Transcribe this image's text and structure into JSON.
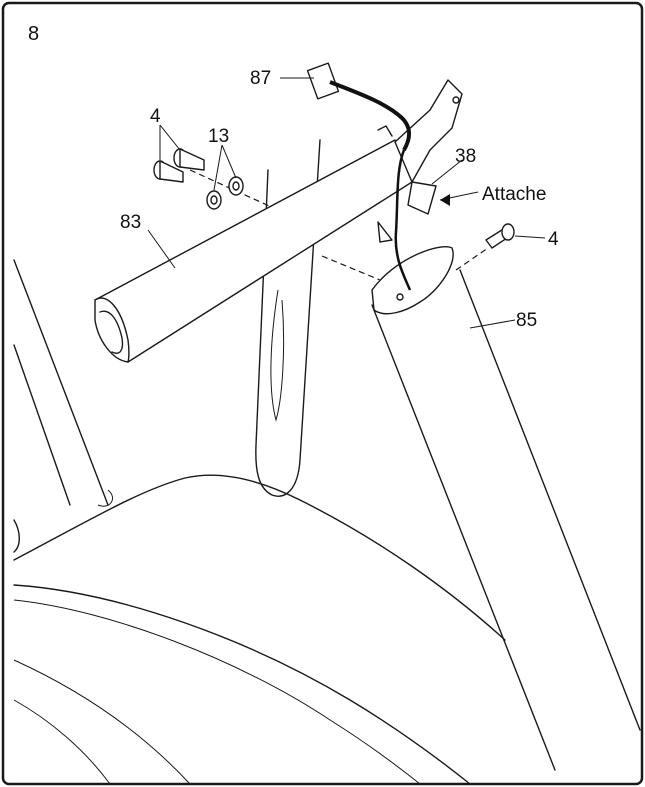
{
  "step_number": "8",
  "callouts": {
    "screws_top": "4",
    "washers": "13",
    "wire": "87",
    "upright": "83",
    "bracket": "38",
    "tie": "Attache",
    "screw_right": "4",
    "leg": "85"
  }
}
